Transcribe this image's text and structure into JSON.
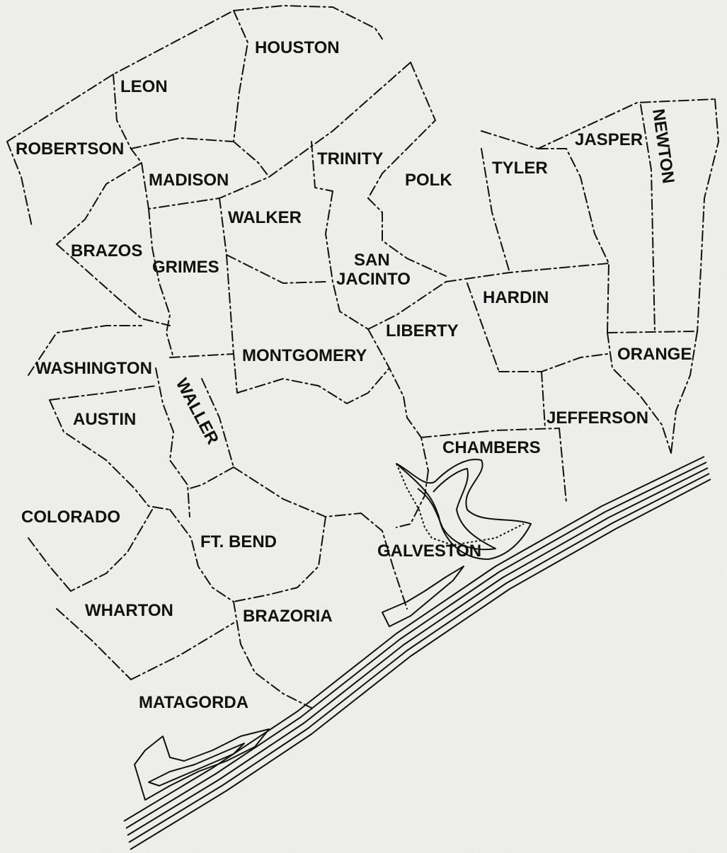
{
  "counties": [
    {
      "id": "houston",
      "label": "HOUSTON"
    },
    {
      "id": "leon",
      "label": "LEON"
    },
    {
      "id": "robertson",
      "label": "ROBERTSON"
    },
    {
      "id": "madison",
      "label": "MADISON"
    },
    {
      "id": "trinity",
      "label": "TRINITY"
    },
    {
      "id": "polk",
      "label": "POLK"
    },
    {
      "id": "tyler",
      "label": "TYLER"
    },
    {
      "id": "jasper",
      "label": "JASPER"
    },
    {
      "id": "newton",
      "label": "NEWTON"
    },
    {
      "id": "walker",
      "label": "WALKER"
    },
    {
      "id": "brazos",
      "label": "BRAZOS"
    },
    {
      "id": "grimes",
      "label": "GRIMES"
    },
    {
      "id": "san-jacinto-1",
      "label": "SAN"
    },
    {
      "id": "san-jacinto-2",
      "label": "JACINTO"
    },
    {
      "id": "hardin",
      "label": "HARDIN"
    },
    {
      "id": "liberty",
      "label": "LIBERTY"
    },
    {
      "id": "montgomery",
      "label": "MONTGOMERY"
    },
    {
      "id": "washington",
      "label": "WASHINGTON"
    },
    {
      "id": "orange",
      "label": "ORANGE"
    },
    {
      "id": "waller",
      "label": "WALLER"
    },
    {
      "id": "austin",
      "label": "AUSTIN"
    },
    {
      "id": "jefferson",
      "label": "JEFFERSON"
    },
    {
      "id": "chambers",
      "label": "CHAMBERS"
    },
    {
      "id": "colorado",
      "label": "COLORADO"
    },
    {
      "id": "ft-bend",
      "label": "FT. BEND"
    },
    {
      "id": "galveston",
      "label": "GALVESTON"
    },
    {
      "id": "wharton",
      "label": "WHARTON"
    },
    {
      "id": "brazoria",
      "label": "BRAZORIA"
    },
    {
      "id": "matagorda",
      "label": "MATAGORDA"
    }
  ]
}
